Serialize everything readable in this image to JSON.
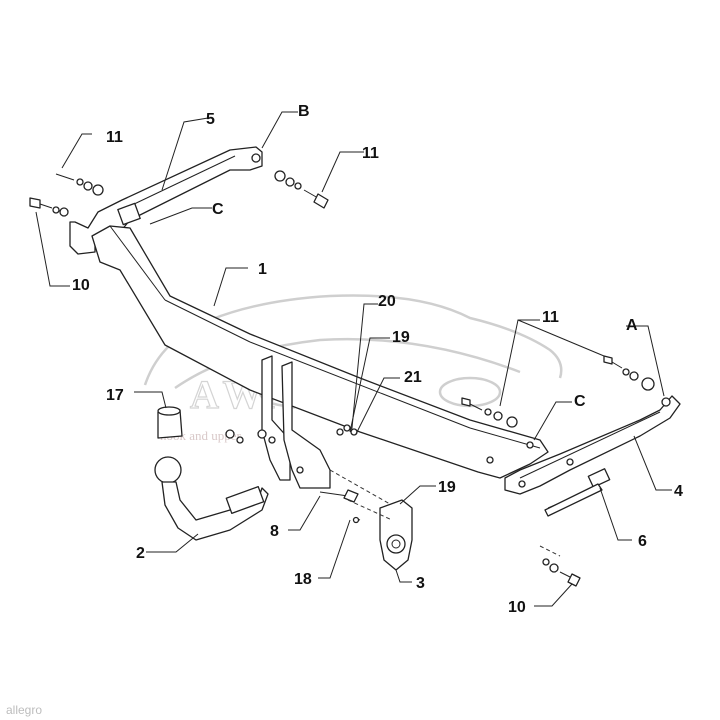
{
  "labels": {
    "p1": "1",
    "p2": "2",
    "p3": "3",
    "p4": "4",
    "p5": "5",
    "p6": "6",
    "p8": "8",
    "p10a": "10",
    "p10b": "10",
    "p11a": "11",
    "p11b": "11",
    "p11c": "11",
    "p17": "17",
    "p18": "18",
    "p19a": "19",
    "p19b": "19",
    "p20": "20",
    "p21": "21",
    "pA": "A",
    "pB": "B",
    "pC1": "C",
    "pC2": "C"
  },
  "watermark": {
    "brand": "AWAKA",
    "sub": "hook and upper"
  },
  "footer": {
    "source": "allegro"
  }
}
